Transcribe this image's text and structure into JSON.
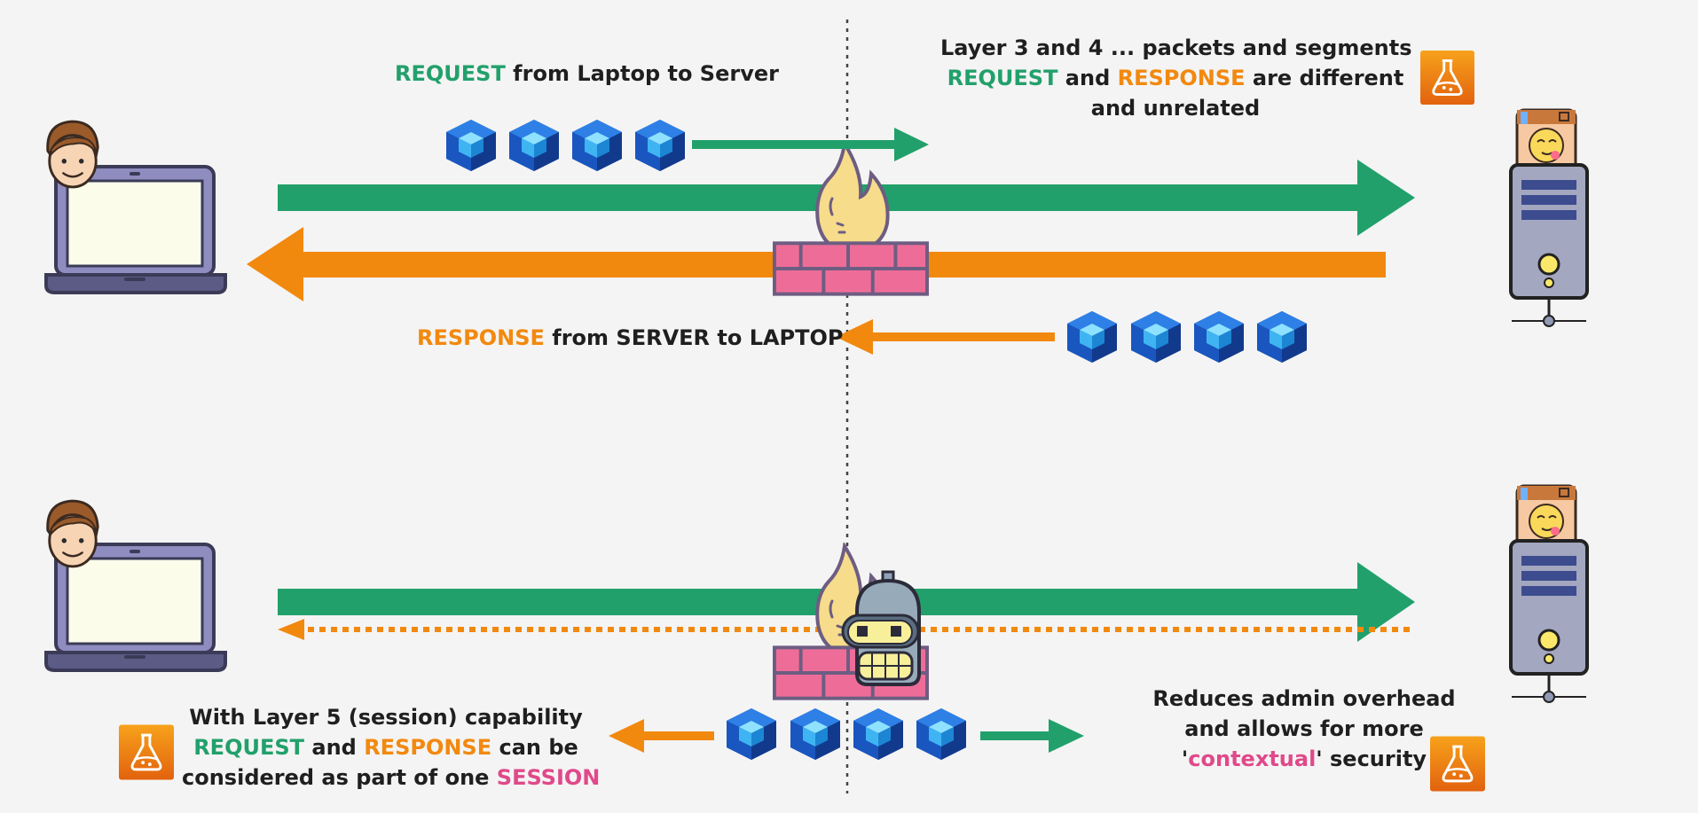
{
  "colors": {
    "request_green": "#22a06b",
    "response_orange": "#f2890f",
    "session_pink": "#e0498a",
    "packet_blue": "#1f63c9",
    "background": "#f4f4f4"
  },
  "icons": [
    "person-icon",
    "laptop-icon",
    "server-icon",
    "firewall-icon",
    "flame-icon",
    "robot-face-icon",
    "flask-icon",
    "packet-cube-icon"
  ],
  "top": {
    "request_label": {
      "keyword": "REQUEST",
      "rest": " from Laptop to Server"
    },
    "response_label": {
      "keyword": "RESPONSE",
      "rest": " from SERVER to LAPTOP"
    },
    "note": {
      "line1": "Layer 3 and 4 ... packets and segments",
      "line2_a": "REQUEST",
      "line2_b": " and ",
      "line2_c": "RESPONSE",
      "line2_d": " are different",
      "line3": "and unrelated"
    }
  },
  "bottom": {
    "session_note": {
      "line1": "With Layer 5 (session) capability",
      "line2_a": "REQUEST",
      "line2_b": " and ",
      "line2_c": "RESPONSE",
      "line2_d": " can be",
      "line3_a": "considered as part of one ",
      "line3_b": "SESSION"
    },
    "benefit_note": {
      "line1": "Reduces admin overhead",
      "line2": "and allows for more",
      "line3_a": "'",
      "line3_b": "contextual",
      "line3_c": "' security"
    }
  }
}
